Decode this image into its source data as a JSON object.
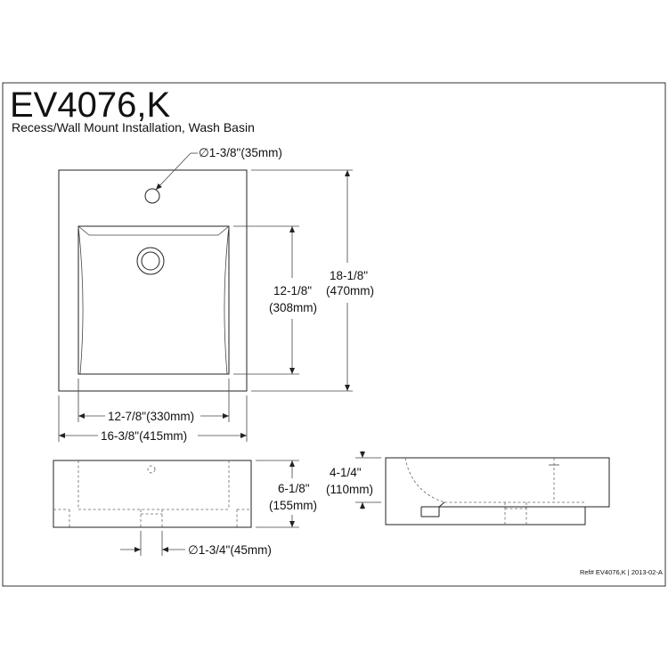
{
  "header": {
    "title": "EV4076,K",
    "subtitle": "Recess/Wall Mount Installation, Wash Basin"
  },
  "dimensions": {
    "faucet_hole": "∅1-3/8\"(35mm)",
    "bowl_depth_in": "12-1/8\"",
    "bowl_depth_mm": "(308mm)",
    "total_depth_in": "18-1/8\"",
    "total_depth_mm": "(470mm)",
    "bowl_width": "12-7/8\"(330mm)",
    "total_width": "16-3/8\"(415mm)",
    "front_height_in": "6-1/8\"",
    "front_height_mm": "(155mm)",
    "drain_hole": "∅1-3/4\"(45mm)",
    "side_height_in": "4-1/4\"",
    "side_height_mm": "(110mm)"
  },
  "footer": {
    "reference": "Ref# EV4076,K | 2013-02-A"
  }
}
